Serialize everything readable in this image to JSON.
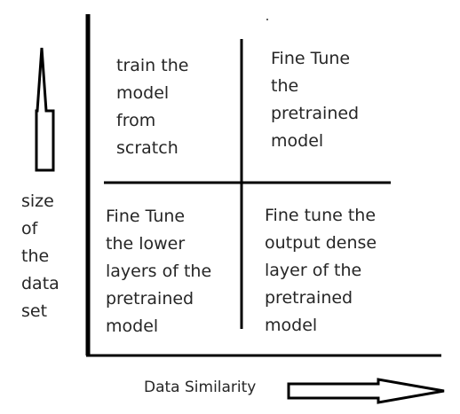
{
  "quadrants": {
    "top_left": [
      "train the",
      "model",
      "from",
      "scratch"
    ],
    "top_right": [
      "Fine Tune",
      "the",
      "pretrained",
      "model"
    ],
    "bottom_left": [
      "Fine Tune",
      "the lower",
      "layers of the",
      "pretrained",
      "model"
    ],
    "bottom_right": [
      "Fine tune the",
      "output dense",
      "layer of the",
      "pretrained",
      "model"
    ]
  },
  "axes": {
    "y_label": [
      "size",
      "of",
      "the",
      "data",
      "set"
    ],
    "x_label": "Data Similarity"
  },
  "colors": {
    "line": "#000000",
    "text": "#262626",
    "background": "#ffffff"
  }
}
